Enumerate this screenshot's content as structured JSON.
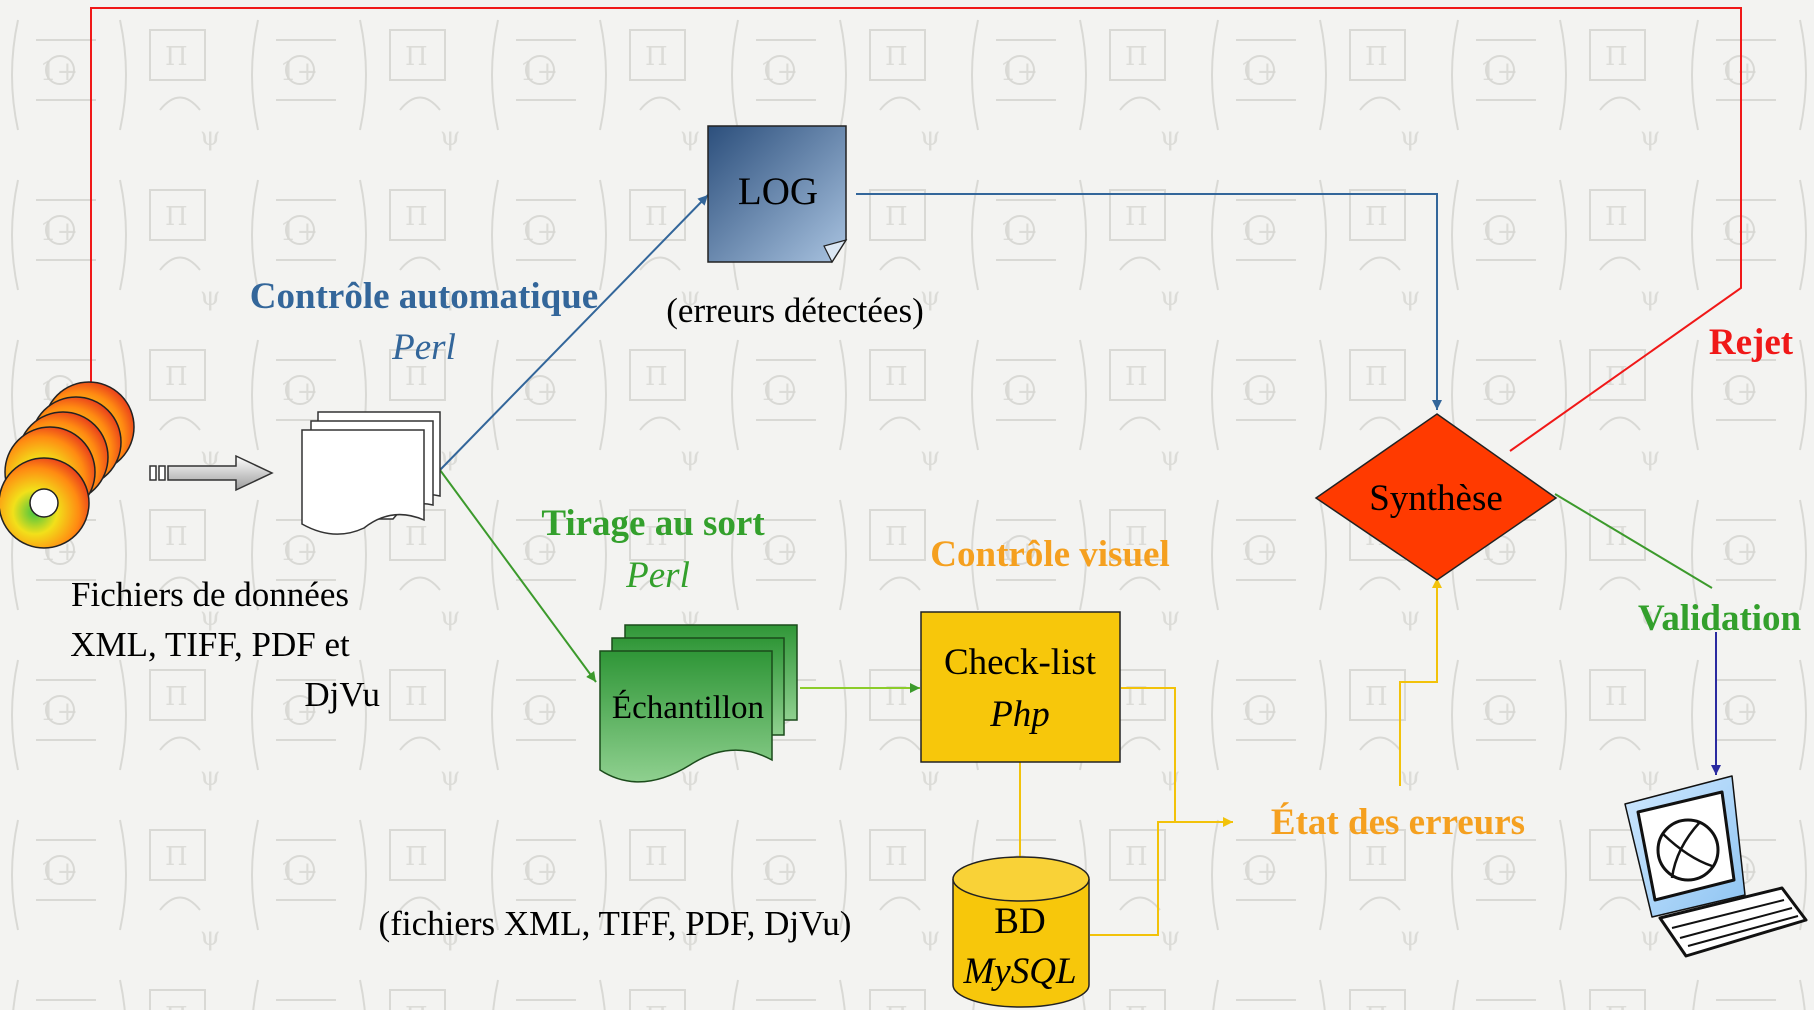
{
  "colors": {
    "auto": "#33669a",
    "sample": "#33a02c",
    "visual": "#f5a01f",
    "reject": "#f01818",
    "validation_arrow": "#2a2aa0",
    "log_box": "#4a72a0",
    "checklist_box": "#f7c70b",
    "synthese_box": "#ff3a00"
  },
  "icons": {
    "data_discs": "cd-discs-icon",
    "transfer_arrow": "arrow-right-icon",
    "documents": "document-stack-icon",
    "sample_docs": "document-stack-icon",
    "database": "database-cylinder-icon",
    "computer": "computer-globe-icon"
  },
  "nodes": {
    "data_files": {
      "line1": "Fichiers de données",
      "line2": "XML, TIFF, PDF et",
      "line3": "DjVu"
    },
    "log": {
      "label": "LOG",
      "note": "(erreurs détectées)"
    },
    "auto_control": {
      "title": "Contrôle automatique",
      "tool": "Perl"
    },
    "sampling": {
      "title": "Tirage au sort",
      "tool": "Perl"
    },
    "sample": {
      "label": "Échantillon",
      "note": "(fichiers XML, TIFF, PDF, DjVu)"
    },
    "visual_control": {
      "title": "Contrôle visuel"
    },
    "checklist": {
      "label": "Check-list",
      "tool": "Php"
    },
    "database": {
      "label": "BD",
      "tool": "MySQL"
    },
    "error_state": {
      "label": "État des erreurs"
    },
    "synthese": {
      "label": "Synthèse"
    },
    "reject": {
      "label": "Rejet"
    },
    "validation": {
      "label": "Validation"
    }
  }
}
